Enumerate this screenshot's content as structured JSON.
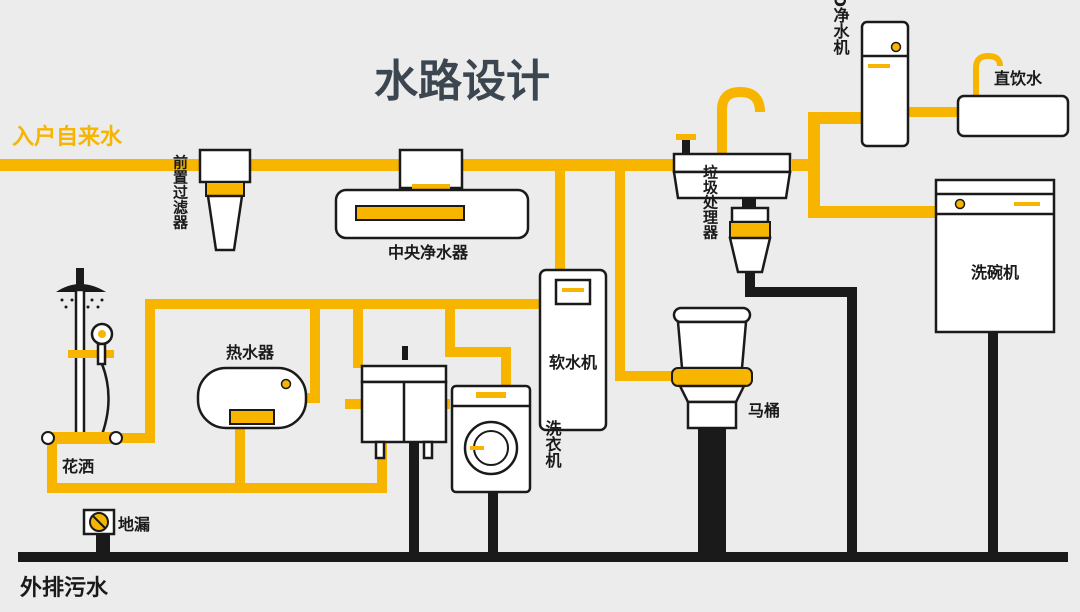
{
  "title": "水路设计",
  "colors": {
    "water_pipe": "#f7b500",
    "drain_pipe": "#1a1a1a",
    "background": "#ececec",
    "fixture_fill": "#ffffff"
  },
  "labels": {
    "inlet": "入户自来水",
    "prefilter": "前置过滤器",
    "central_purifier": "中央净水器",
    "ro_purifier": "RO净水机",
    "direct_drink": "直饮水",
    "garbage_disposer": "垃圾处理器",
    "dishwasher": "洗碗机",
    "shower": "花洒",
    "heater": "热水器",
    "softener": "软水机",
    "washer": "洗衣机",
    "toilet": "马桶",
    "floor_drain": "地漏",
    "drain": "外排污水"
  }
}
